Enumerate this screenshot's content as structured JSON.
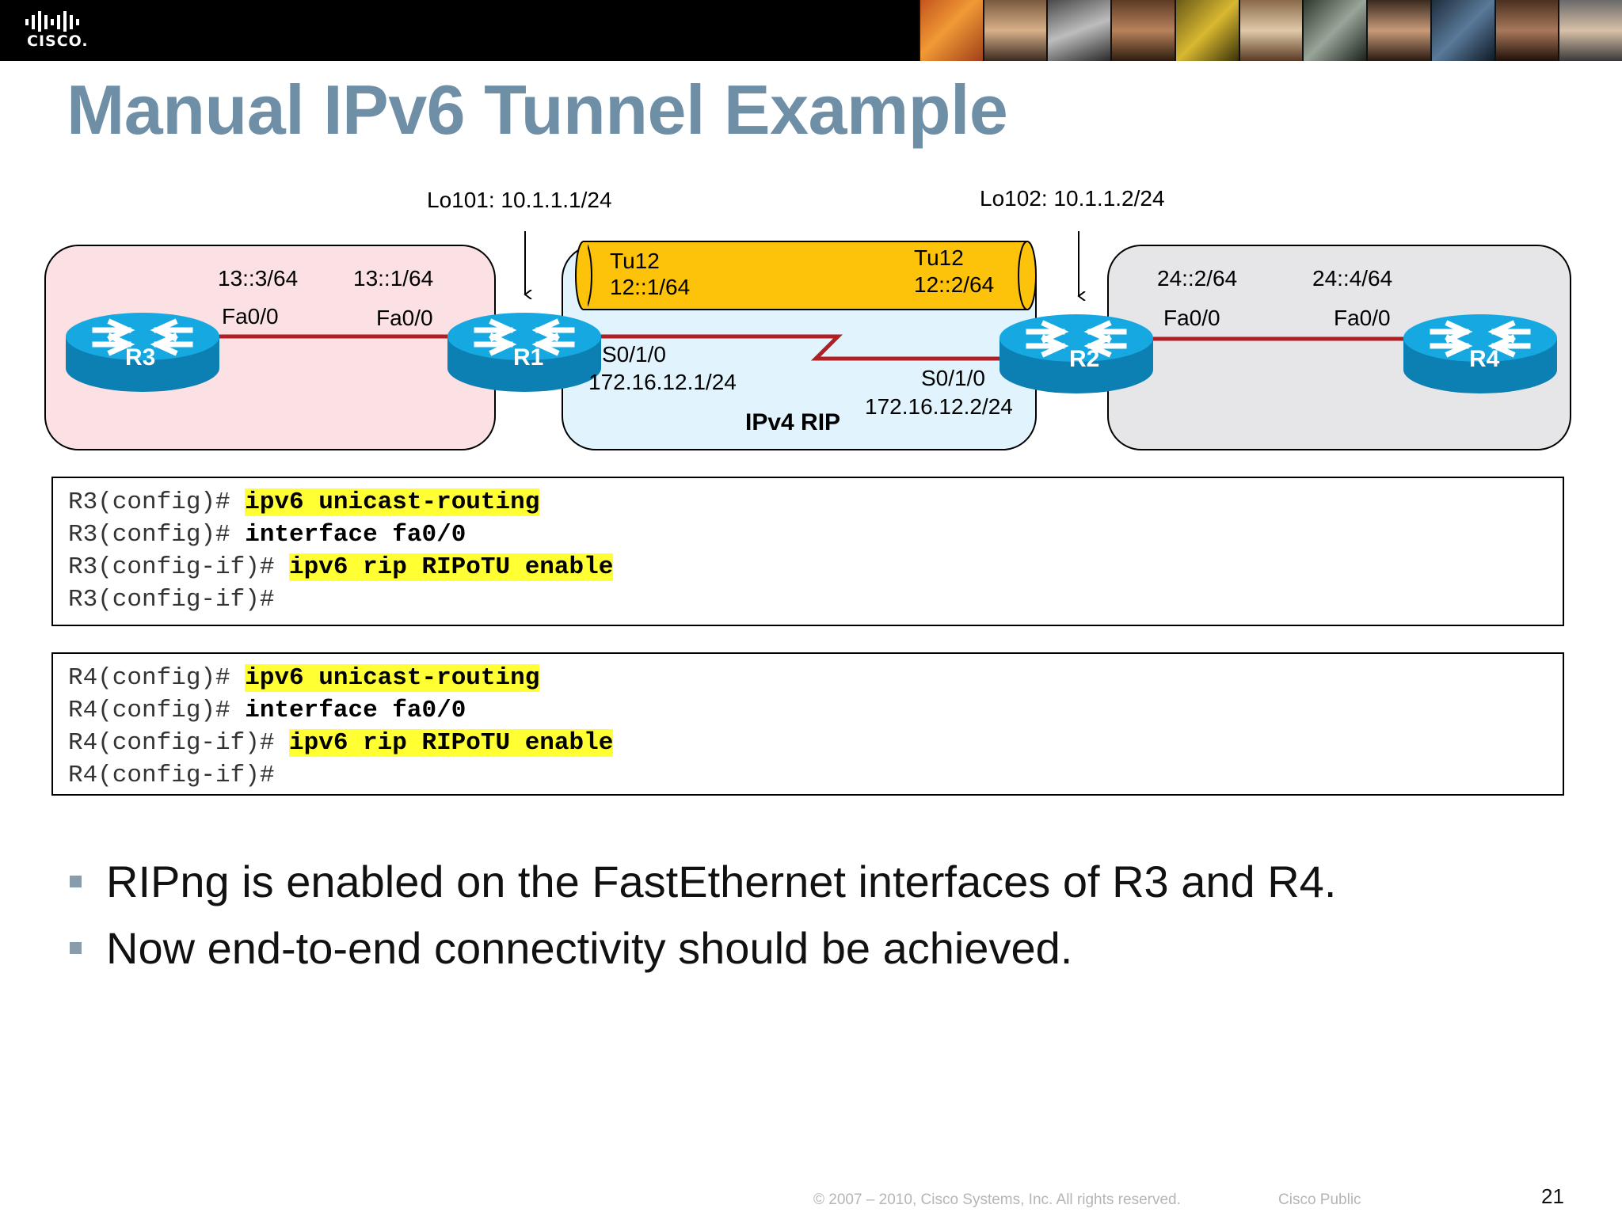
{
  "header": {
    "brand": "CISCO."
  },
  "slide": {
    "title": "Manual IPv6 Tunnel Example"
  },
  "diagram": {
    "lo101": "Lo101: 10.1.1.1/24",
    "lo102": "Lo102: 10.1.1.2/24",
    "tunnel_left_name": "Tu12",
    "tunnel_left_addr": "12::1/64",
    "tunnel_right_name": "Tu12",
    "tunnel_right_addr": "12::2/64",
    "r3_addr": "13::3/64",
    "r1_lan_addr": "13::1/64",
    "r3_if": "Fa0/0",
    "r1_lan_if": "Fa0/0",
    "r2_lan_addr": "24::2/64",
    "r4_addr": "24::4/64",
    "r2_lan_if": "Fa0/0",
    "r4_if": "Fa0/0",
    "r1_serial_if": "S0/1/0",
    "r1_serial_addr": "172.16.12.1/24",
    "r2_serial_if": "S0/1/0",
    "r2_serial_addr": "172.16.12.2/24",
    "ipv4_rip": "IPv4 RIP",
    "routers": {
      "r3": "R3",
      "r1": "R1",
      "r2": "R2",
      "r4": "R4"
    },
    "colors": {
      "left_zone": "#fbe1e4",
      "middle_zone": "#e1f3fc",
      "right_zone": "#e6e6e8",
      "tunnel": "#fdc20a",
      "link": "#b01f24",
      "router_top": "#16a9e1",
      "router_side": "#0c7fb3"
    }
  },
  "config_r3": {
    "lines": [
      {
        "prompt": "R3(config)# ",
        "command": "ipv6 unicast-routing"
      },
      {
        "prompt": "R3(config)# ",
        "command": "interface fa0/0"
      },
      {
        "prompt": "R3(config-if)# ",
        "command": "ipv6 rip RIPoTU enable"
      },
      {
        "prompt": "R3(config-if)#",
        "command": ""
      }
    ]
  },
  "config_r4": {
    "lines": [
      {
        "prompt": "R4(config)# ",
        "command": "ipv6 unicast-routing"
      },
      {
        "prompt": "R4(config)# ",
        "command": "interface fa0/0"
      },
      {
        "prompt": "R4(config-if)# ",
        "command": "ipv6 rip RIPoTU enable"
      },
      {
        "prompt": "R4(config-if)#",
        "command": ""
      }
    ]
  },
  "bullets": [
    "RIPng is enabled on the FastEthernet interfaces of R3 and R4.",
    "Now end-to-end connectivity should be achieved."
  ],
  "footer": {
    "copyright": "© 2007 – 2010, Cisco Systems, Inc. All rights reserved.",
    "classification": "Cisco Public",
    "page_number": "21"
  }
}
